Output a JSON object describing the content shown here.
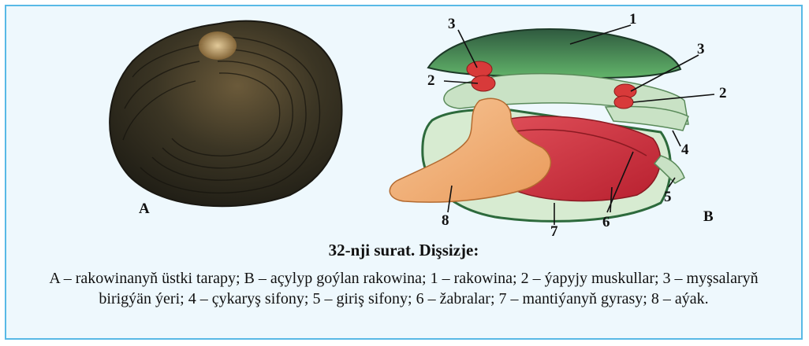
{
  "figure": {
    "label_a": "A",
    "label_b": "B",
    "parts": [
      "1",
      "2",
      "2",
      "3",
      "3",
      "4",
      "5",
      "6",
      "7",
      "8"
    ]
  },
  "title": "32-nji surat. Dişsizje:",
  "caption": "A – rakowinanyň üstki tarapy; B – açylyp goýlan rakowina; 1 – rakowina; 2 – ýapyjy muskullar; 3 – myşsalaryň birigýän ýeri; 4 – çykaryş sifony; 5 – giriş sifony; 6 – žabralar; 7 – mantiýanyň gyrasy; 8 – aýak."
}
